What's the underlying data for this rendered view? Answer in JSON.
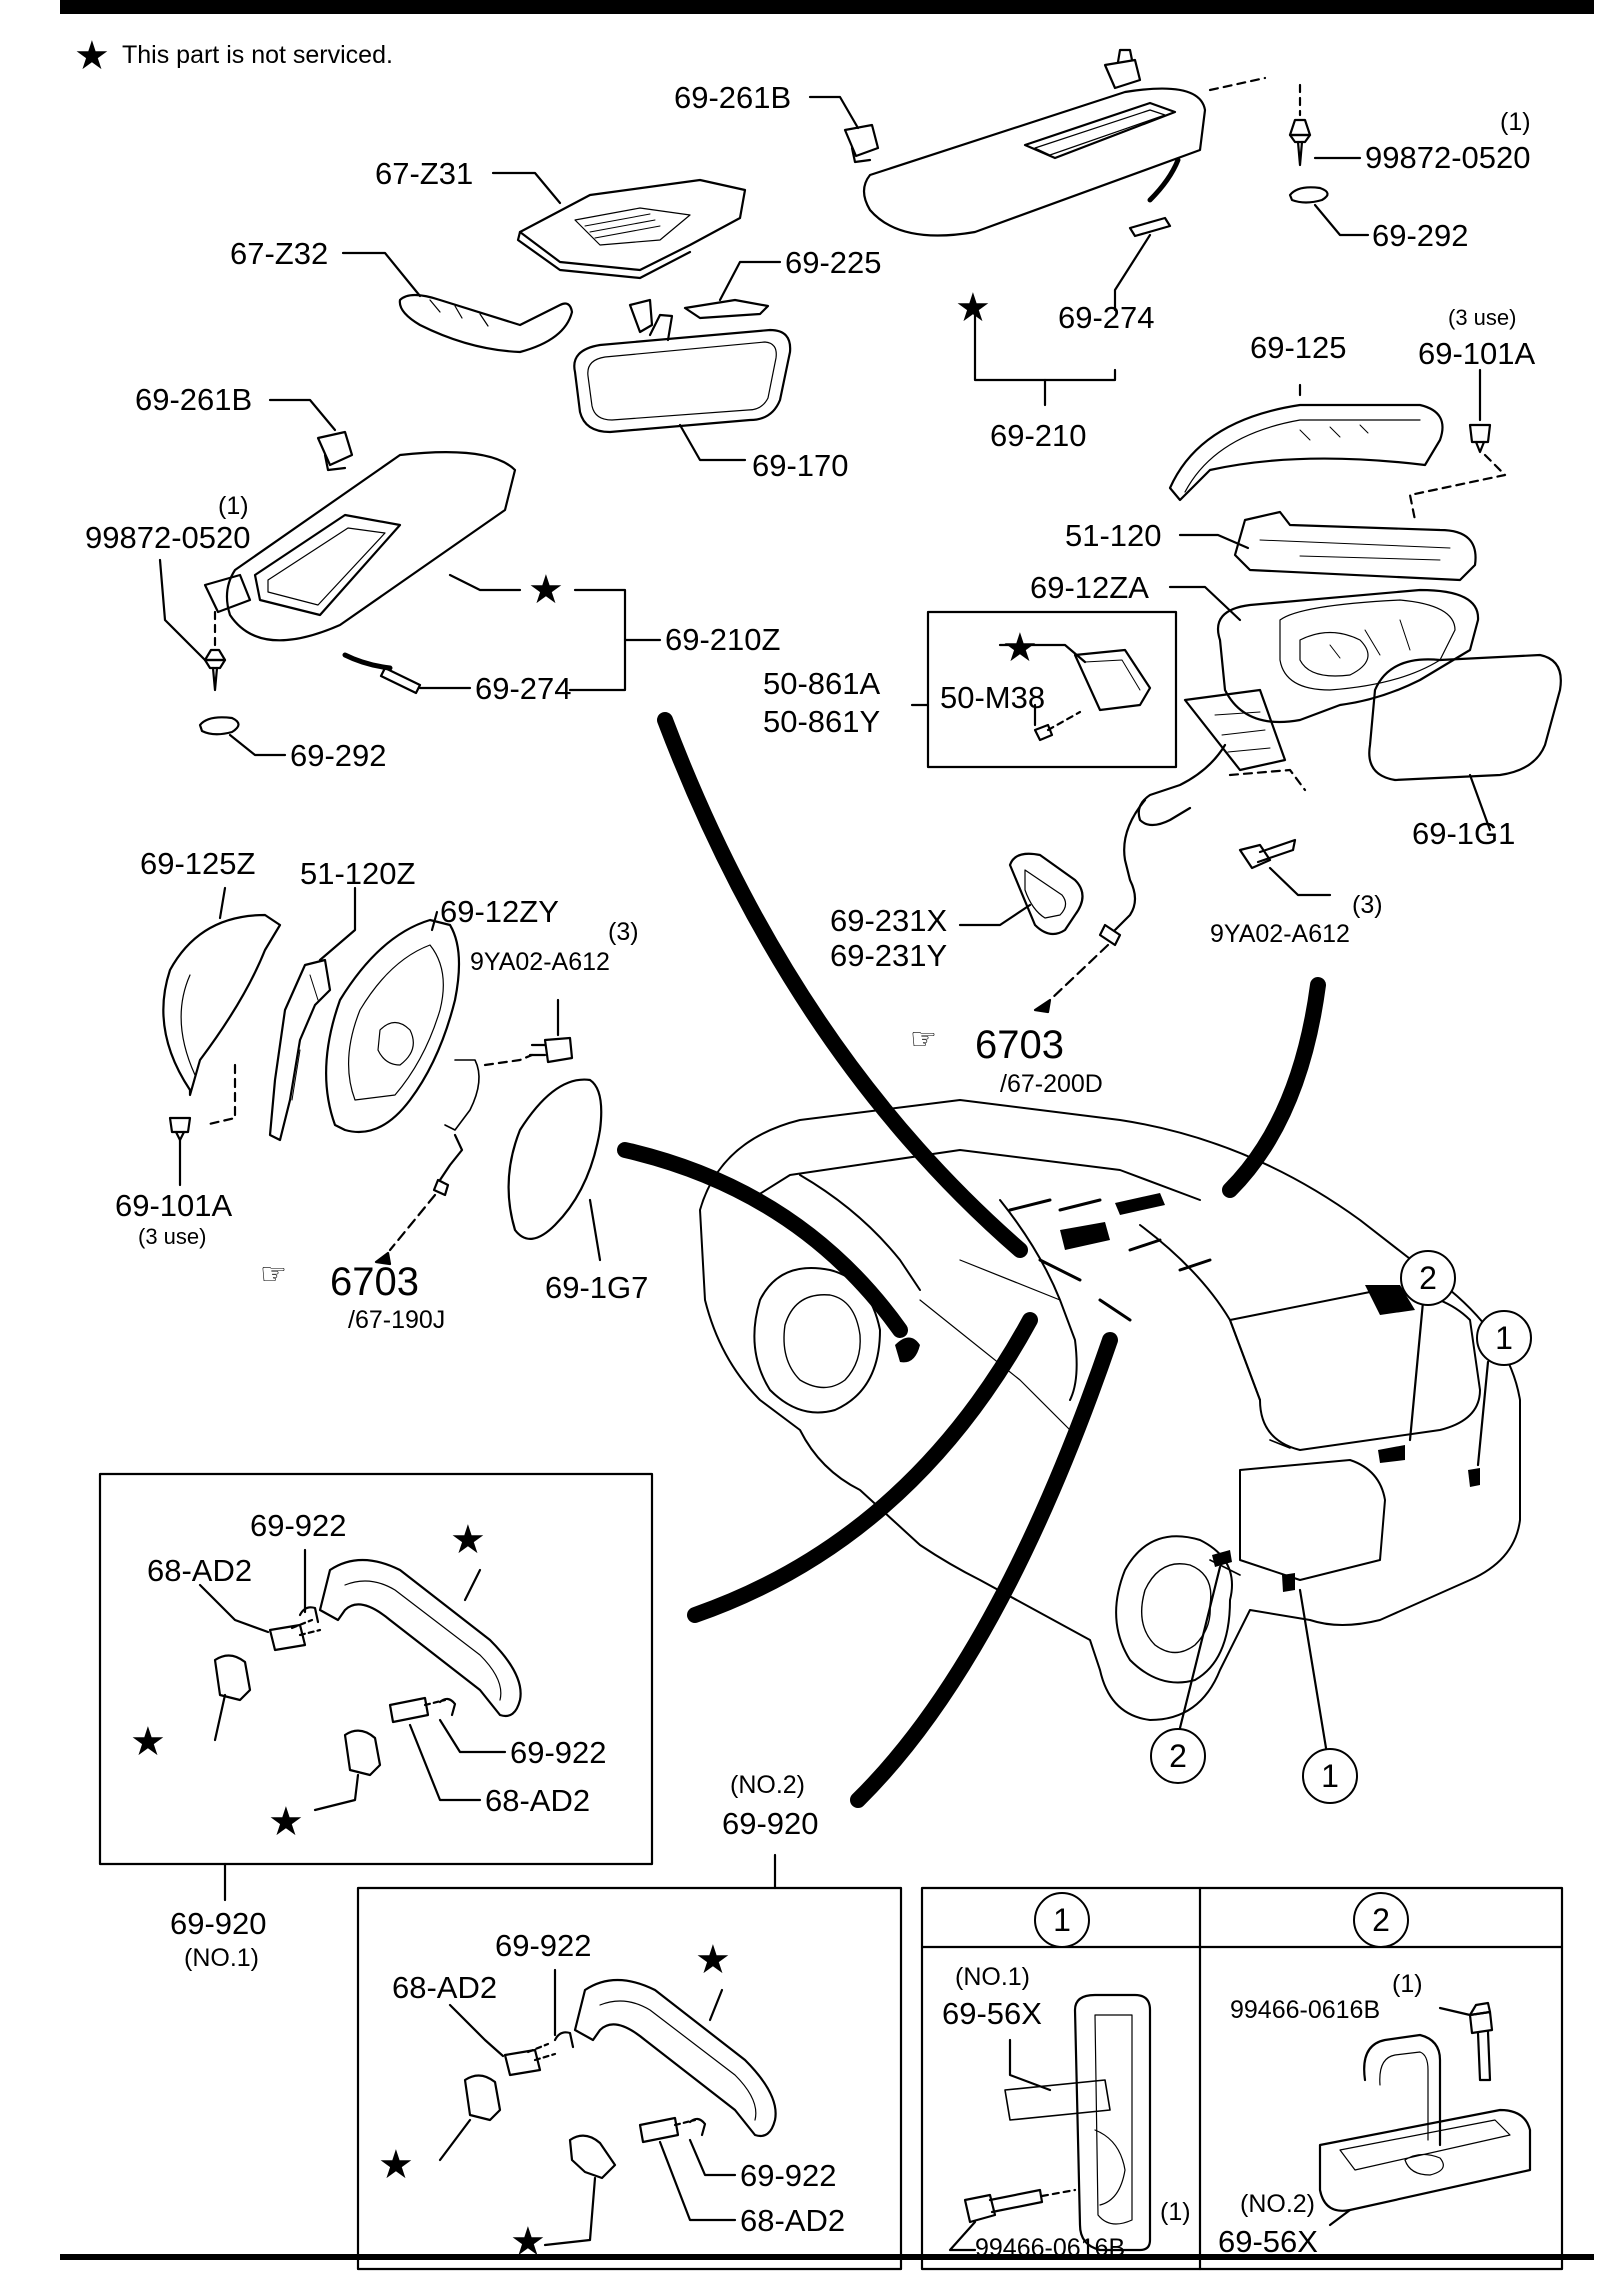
{
  "note": {
    "star": "★",
    "text": "This part is not serviced."
  },
  "labels": {
    "p69_261B_a": "69-261B",
    "p67_Z31": "67-Z31",
    "p67_Z32": "67-Z32",
    "p69_225": "69-225",
    "p99872_a_qty": "(1)",
    "p99872_a": "99872-0520",
    "p69_292_a": "69-292",
    "p69_274_a": "69-274",
    "p69_210": "69-210",
    "p69_261B_b": "69-261B",
    "p69_170": "69-170",
    "p99872_b_qty": "(1)",
    "p99872_b": "99872-0520",
    "p69_210Z": "69-210Z",
    "p69_274_b": "69-274",
    "p69_292_b": "69-292",
    "p69_125": "69-125",
    "p69_101A_a_use": "(3 use)",
    "p69_101A_a": "69-101A",
    "p51_120": "51-120",
    "p69_12ZA": "69-12ZA",
    "p50_861A": "50-861A",
    "p50_861Y": "50-861Y",
    "p50_M38": "50-M38",
    "p69_1G1": "69-1G1",
    "p69_231X": "69-231X",
    "p69_231Y": "69-231Y",
    "p9YA02_a_qty": "(3)",
    "p9YA02_a": "9YA02-A612",
    "ref6703_a": "6703",
    "ref67_200D": "/67-200D",
    "p69_125Z": "69-125Z",
    "p51_120Z": "51-120Z",
    "p69_12ZY": "69-12ZY",
    "p9YA02_b_qty": "(3)",
    "p9YA02_b": "9YA02-A612",
    "p69_101A_b": "69-101A",
    "p69_101A_b_use": "(3 use)",
    "ref6703_b": "6703",
    "ref67_190J": "/67-190J",
    "p69_1G7": "69-1G7",
    "box1_69_922_a": "69-922",
    "box1_68_AD2_a": "68-AD2",
    "box1_69_922_b": "69-922",
    "box1_68_AD2_b": "68-AD2",
    "p69_920_no1": "69-920",
    "no1": "(NO.1)",
    "no2_top": "(NO.2)",
    "p69_920_no2": "69-920",
    "box2_69_922_a": "69-922",
    "box2_68_AD2_a": "68-AD2",
    "box2_69_922_b": "69-922",
    "box2_68_AD2_b": "68-AD2",
    "callout1": "1",
    "callout2": "2",
    "tbl_no1": "(NO.1)",
    "tbl_69_56X_a": "69-56X",
    "tbl_qty_a": "(1)",
    "tbl_99466_a": "99466-0616B",
    "tbl_qty_b": "(1)",
    "tbl_99466_b": "99466-0616B",
    "tbl_no2": "(NO.2)",
    "tbl_69_56X_b": "69-56X"
  }
}
